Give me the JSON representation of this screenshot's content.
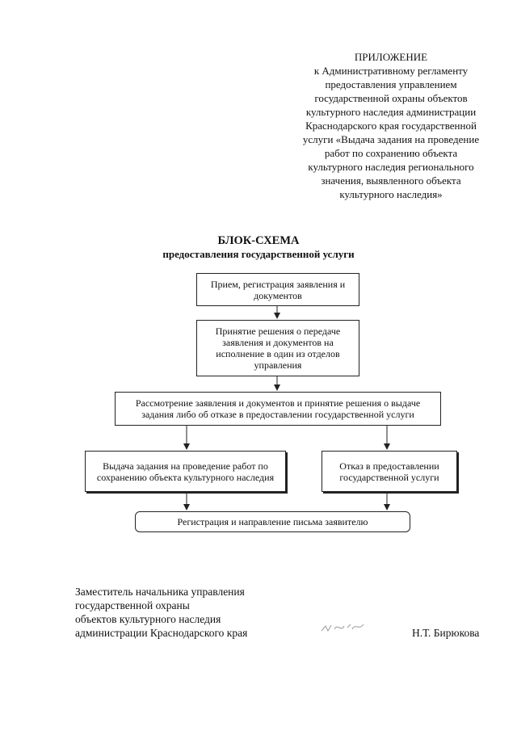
{
  "appendix": {
    "lines": [
      "ПРИЛОЖЕНИЕ",
      "к Административному регламенту",
      "предоставления управлением",
      "государственной охраны объектов",
      "культурного наследия администрации",
      "Краснодарского края государственной",
      "услуги «Выдача задания на проведение",
      "работ по сохранению объекта",
      "культурного наследия регионального",
      "значения, выявленного объекта",
      "культурного наследия»"
    ]
  },
  "flowchart": {
    "title": "БЛОК-СХЕМА",
    "subtitle": "предоставления государственной услуги",
    "steps": {
      "reception": [
        "Прием, регистрация заявления и",
        "документов"
      ],
      "decision_transfer": [
        "Принятие решения о передаче",
        "заявления и документов на",
        "исполнение в один из отделов",
        "управления"
      ],
      "review": [
        "Рассмотрение заявления и документов и принятие решения о выдаче",
        "задания либо об отказе в предоставлении государственной услуги"
      ],
      "issue_task": [
        "Выдача задания на проведение работ по",
        "сохранению объекта культурного наследия"
      ],
      "refusal": [
        "Отказ в предоставлении",
        "государственной услуги"
      ],
      "registration": [
        "Регистрация и направление письма заявителю"
      ]
    }
  },
  "signature": {
    "lines": [
      "Заместитель начальника управления",
      "государственной охраны",
      "объектов культурного наследия",
      "администрации Краснодарского края"
    ],
    "name": "Н.Т. Бирюкова"
  }
}
